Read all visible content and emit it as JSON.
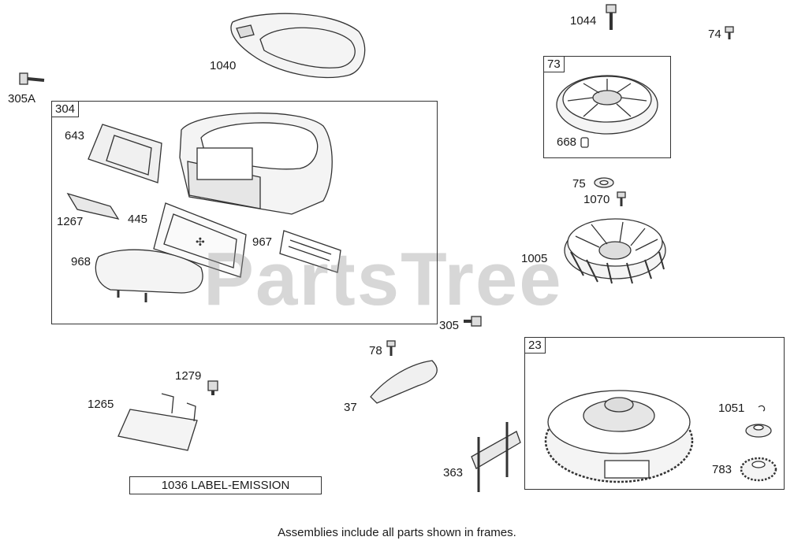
{
  "diagram": {
    "frames": [
      {
        "id": "304",
        "tag": "304"
      },
      {
        "id": "73",
        "tag": "73"
      },
      {
        "id": "23",
        "tag": "23"
      }
    ],
    "labels": {
      "p1040": "1040",
      "p1044": "1044",
      "p74": "74",
      "p305A": "305A",
      "p643": "643",
      "p1267": "1267",
      "p445": "445",
      "p967": "967",
      "p968": "968",
      "p668": "668",
      "p75": "75",
      "p1070": "1070",
      "p1005": "1005",
      "p305": "305",
      "p78": "78",
      "p37": "37",
      "p1279": "1279",
      "p1265": "1265",
      "p1051": "1051",
      "p363": "363",
      "p783": "783"
    },
    "emission_label": "1036 LABEL-EMISSION",
    "footer_note": "Assemblies include all parts shown in frames.",
    "watermark": "PartsTree",
    "colors": {
      "line": "#333333",
      "fill": "#f4f4f4",
      "shade": "#cfcfcf",
      "watermark": "#969696"
    }
  }
}
